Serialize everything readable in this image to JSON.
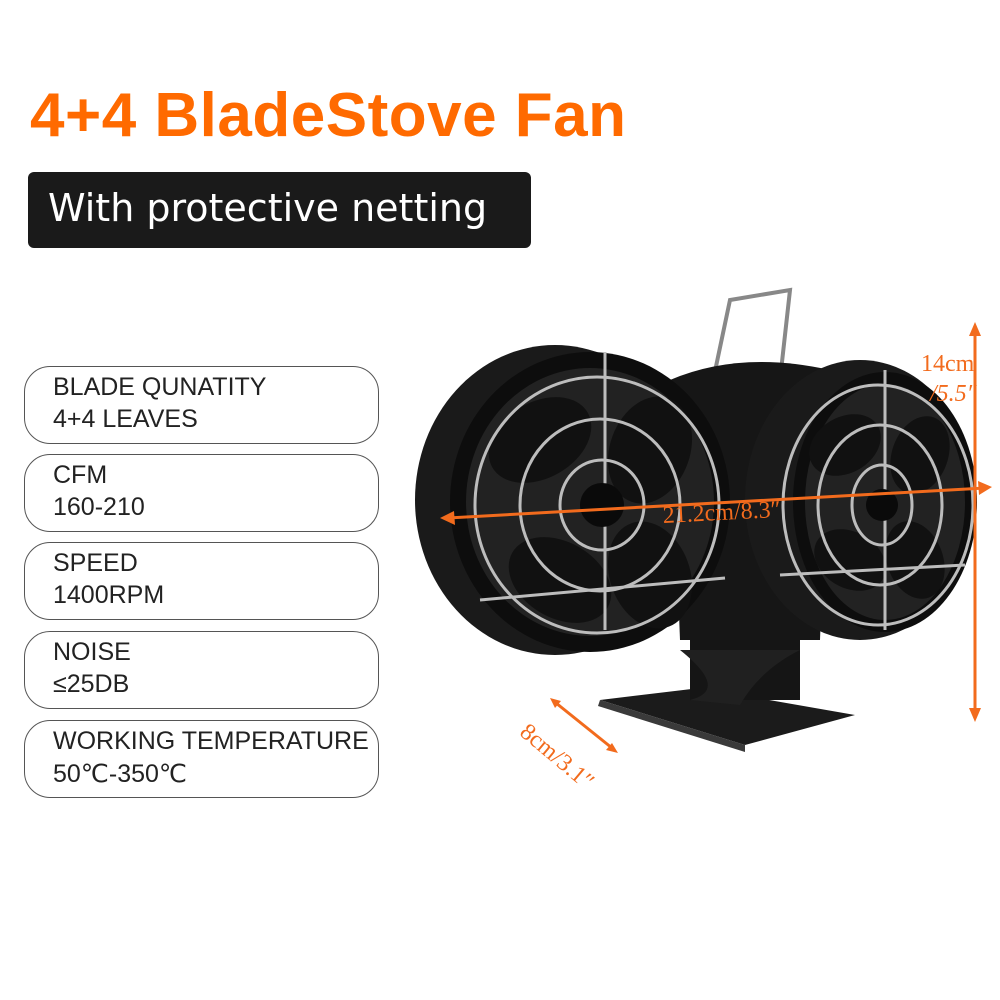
{
  "title": "4+4 BladeStove Fan",
  "subtitle": "With protective netting",
  "specs": [
    {
      "label": "BLADE QUNATITY",
      "value": "4+4 LEAVES"
    },
    {
      "label": "CFM",
      "value": "160-210"
    },
    {
      "label": "SPEED",
      "value": " 1400RPM"
    },
    {
      "label": "NOISE",
      "value": "≤25DB"
    },
    {
      "label": "WORKING TEMPERATURE",
      "value": "50℃-350℃"
    }
  ],
  "dimensions": {
    "height_cm": "14cm",
    "height_in": "/5.5″",
    "width": "21.2cm/8.3″",
    "depth": "8cm/3.1″"
  },
  "colors": {
    "accent": "#ff6a00",
    "dimension_line": "#f26b1d",
    "dark_box": "#1a1a1a"
  }
}
